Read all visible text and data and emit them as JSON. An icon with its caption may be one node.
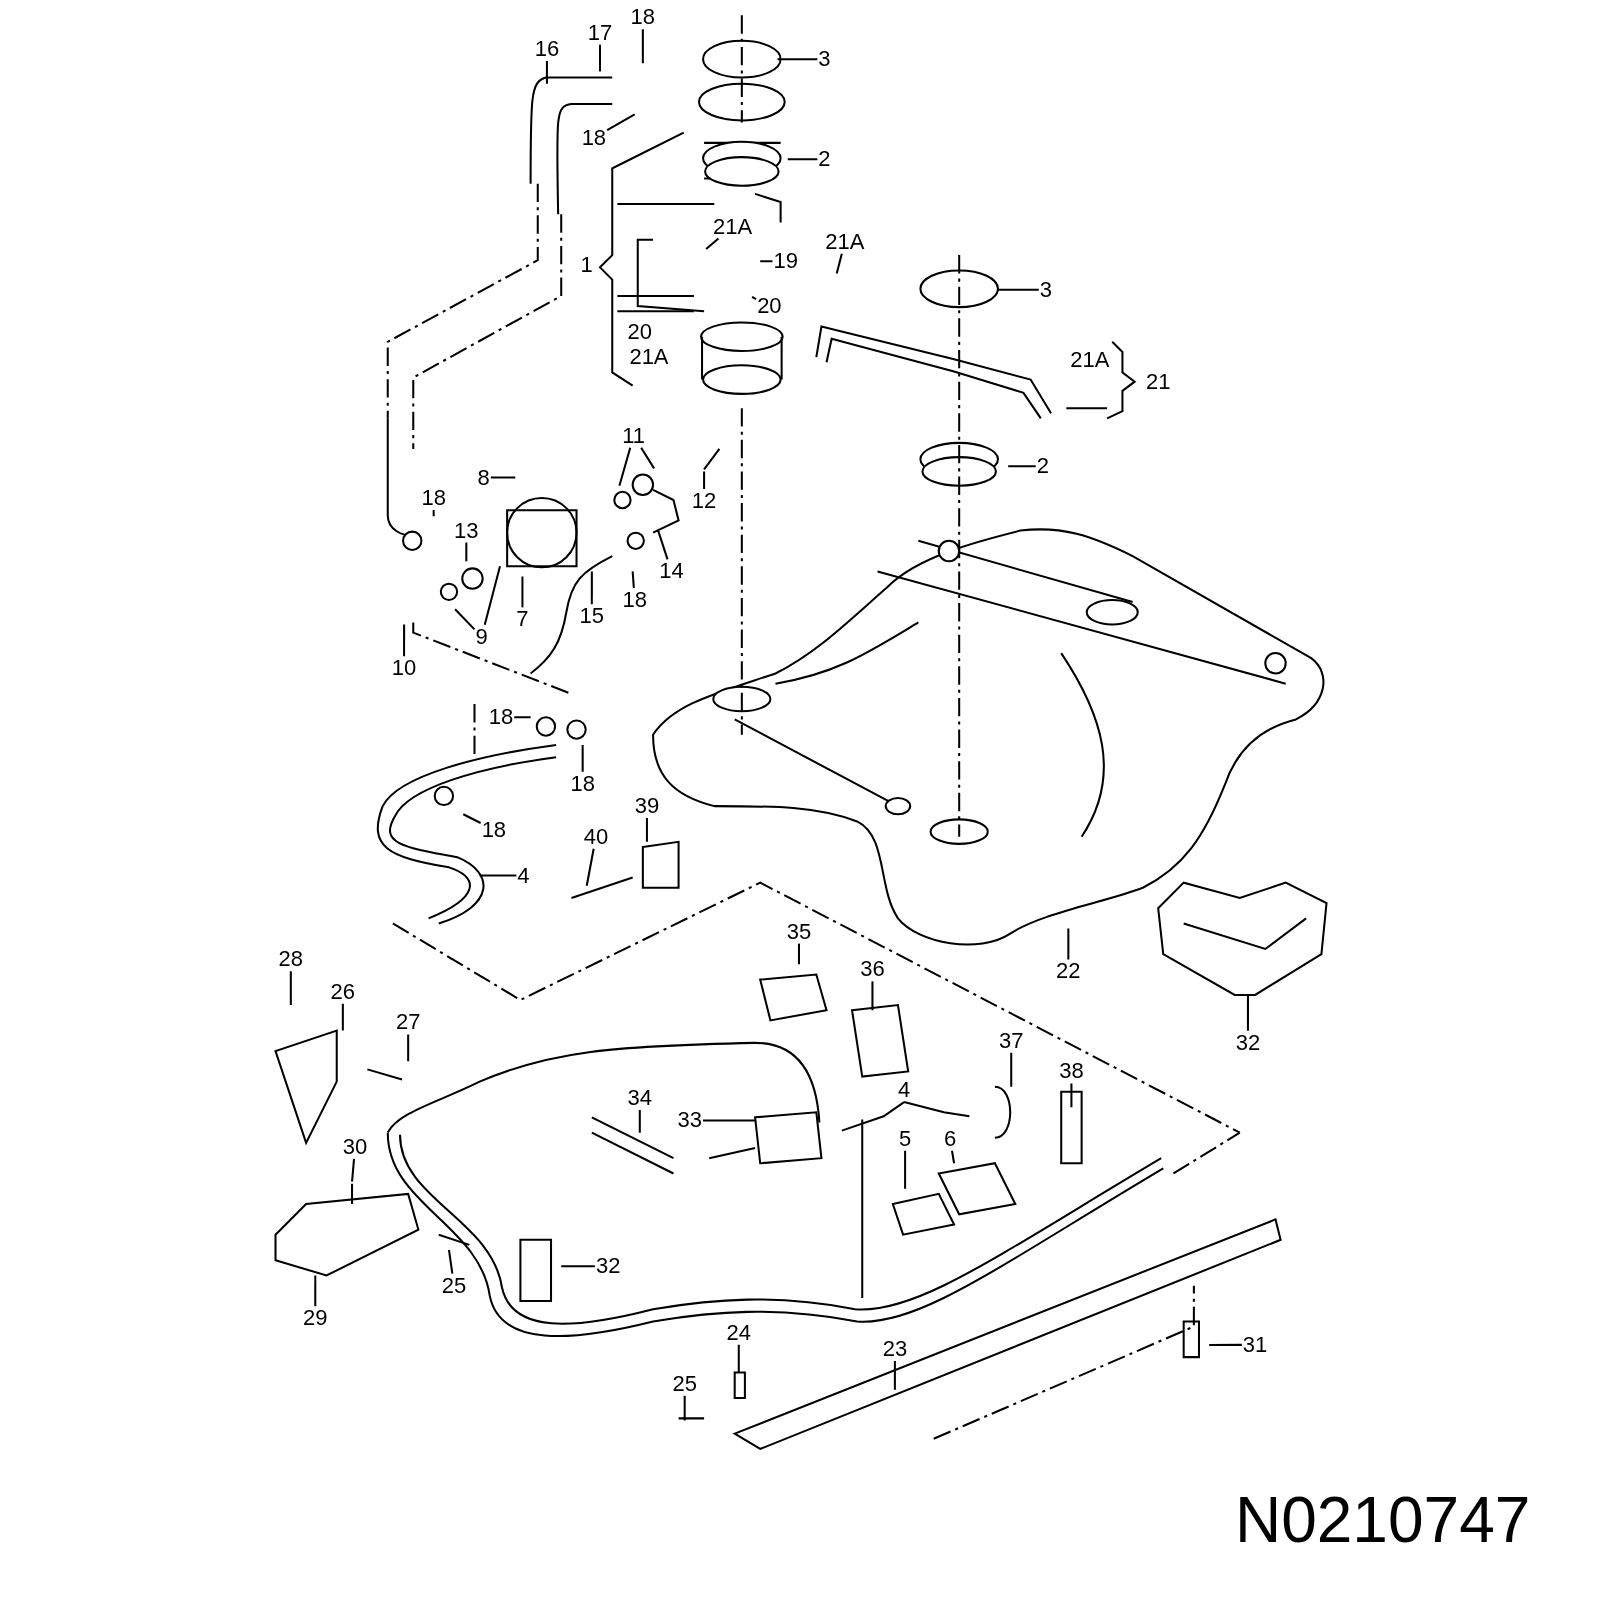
{
  "diagram": {
    "nodes": [
      {
        "text": [
          "16"
        ]
      },
      {
        "text": [
          "17"
        ]
      },
      {
        "text": [
          "18"
        ]
      },
      {
        "text": [
          "3"
        ]
      },
      {
        "text": [
          "18"
        ]
      },
      {
        "text": [
          "2"
        ]
      },
      {
        "text": [
          "21A"
        ]
      },
      {
        "text": [
          "21A"
        ]
      },
      {
        "text": [
          "19"
        ]
      },
      {
        "text": [
          "20"
        ]
      },
      {
        "text": [
          "3"
        ]
      },
      {
        "text": [
          "2"
        ]
      },
      {
        "text": [
          "11"
        ]
      },
      {
        "text": [
          "8"
        ]
      },
      {
        "text": [
          "12"
        ]
      },
      {
        "text": [
          "18"
        ]
      },
      {
        "text": [
          "13"
        ]
      },
      {
        "text": [
          "14"
        ]
      },
      {
        "text": [
          "18"
        ]
      },
      {
        "text": [
          "15"
        ]
      },
      {
        "text": [
          "7"
        ]
      },
      {
        "text": [
          "9"
        ]
      },
      {
        "text": [
          "10"
        ]
      },
      {
        "text": [
          "18"
        ]
      },
      {
        "text": [
          "18"
        ]
      },
      {
        "text": [
          "18"
        ]
      },
      {
        "text": [
          "4"
        ]
      },
      {
        "text": [
          "40"
        ]
      },
      {
        "text": [
          "39"
        ]
      },
      {
        "text": [
          "22"
        ]
      },
      {
        "text": [
          "35"
        ]
      },
      {
        "text": [
          "36"
        ]
      },
      {
        "text": [
          "28"
        ]
      },
      {
        "text": [
          "26"
        ]
      },
      {
        "text": [
          "27"
        ]
      },
      {
        "text": [
          "32"
        ]
      },
      {
        "text": [
          "37"
        ]
      },
      {
        "text": [
          "38"
        ]
      },
      {
        "text": [
          "34"
        ]
      },
      {
        "text": [
          "33"
        ]
      },
      {
        "text": [
          "5"
        ]
      },
      {
        "text": [
          "6"
        ]
      },
      {
        "text": [
          "30"
        ]
      },
      {
        "text": [
          "32"
        ]
      },
      {
        "text": [
          "25"
        ]
      },
      {
        "text": [
          "29"
        ]
      },
      {
        "text": [
          "24"
        ]
      },
      {
        "text": [
          "23"
        ]
      },
      {
        "text": [
          "31"
        ]
      },
      {
        "text": [
          "25"
        ]
      }
    ],
    "edges": [
      {
        "from": 0,
        "to": null,
        "arrow": "none"
      },
      {
        "from": 1,
        "to": null,
        "arrow": "none"
      },
      {
        "from": 2,
        "to": null,
        "arrow": "none"
      },
      {
        "from": 3,
        "to": null,
        "arrow": "none"
      },
      {
        "from": 4,
        "to": null,
        "arrow": "none"
      },
      {
        "from": 5,
        "to": null,
        "arrow": "none"
      },
      {
        "from": 6,
        "to": null,
        "arrow": "none"
      },
      {
        "from": 7,
        "to": null,
        "arrow": "none"
      },
      {
        "from": 8,
        "to": null,
        "arrow": "none"
      },
      {
        "from": 9,
        "to": null,
        "arrow": "none"
      },
      {
        "from": 10,
        "to": null,
        "arrow": "none"
      },
      {
        "from": 11,
        "to": null,
        "arrow": "none"
      },
      {
        "from": 12,
        "to": null,
        "arrow": "none"
      },
      {
        "from": 12,
        "to": null,
        "arrow": "none"
      },
      {
        "from": 13,
        "to": null,
        "arrow": "none"
      },
      {
        "from": 14,
        "to": null,
        "arrow": "none"
      },
      {
        "from": 15,
        "to": null,
        "arrow": "none"
      },
      {
        "from": 16,
        "to": null,
        "arrow": "none"
      },
      {
        "from": 17,
        "to": null,
        "arrow": "none"
      },
      {
        "from": 18,
        "to": null,
        "arrow": "none"
      },
      {
        "from": 19,
        "to": null,
        "arrow": "none"
      },
      {
        "from": 20,
        "to": null,
        "arrow": "none"
      },
      {
        "from": 21,
        "to": null,
        "arrow": "none"
      },
      {
        "from": 21,
        "to": null,
        "arrow": "none"
      },
      {
        "from": 22,
        "to": null,
        "arrow": "none"
      },
      {
        "from": 23,
        "to": null,
        "arrow": "none"
      },
      {
        "from": 24,
        "to": null,
        "arrow": "none"
      },
      {
        "from": 25,
        "to": null,
        "arrow": "none"
      },
      {
        "from": 26,
        "to": null,
        "arrow": "none"
      },
      {
        "from": 27,
        "to": null,
        "arrow": "none"
      },
      {
        "from": 28,
        "to": null,
        "arrow": "none"
      },
      {
        "from": 29,
        "to": null,
        "arrow": "none"
      },
      {
        "from": 30,
        "to": null,
        "arrow": "none"
      },
      {
        "from": 31,
        "to": null,
        "arrow": "none"
      },
      {
        "from": 32,
        "to": null,
        "arrow": "none"
      },
      {
        "from": 33,
        "to": null,
        "arrow": "none"
      },
      {
        "from": 34,
        "to": null,
        "arrow": "none"
      },
      {
        "from": 35,
        "to": null,
        "arrow": "none"
      },
      {
        "from": 36,
        "to": null,
        "arrow": "none"
      },
      {
        "from": 37,
        "to": null,
        "arrow": "none"
      },
      {
        "from": 38,
        "to": null,
        "arrow": "none"
      },
      {
        "from": 39,
        "to": null,
        "arrow": "none"
      },
      {
        "from": 40,
        "to": null,
        "arrow": "none"
      },
      {
        "from": 41,
        "to": null,
        "arrow": "none"
      },
      {
        "from": 42,
        "to": null,
        "arrow": "none"
      },
      {
        "from": 43,
        "to": null,
        "arrow": "none"
      },
      {
        "from": 44,
        "to": null,
        "arrow": "none"
      },
      {
        "from": 45,
        "to": null,
        "arrow": "none"
      },
      {
        "from": 46,
        "to": null,
        "arrow": "none"
      },
      {
        "from": 47,
        "to": null,
        "arrow": "none"
      },
      {
        "from": 48,
        "to": null,
        "arrow": "none"
      },
      {
        "from": 49,
        "to": null,
        "arrow": "none"
      }
    ],
    "labels": [
      "1",
      "20",
      "21A",
      "21A",
      "21",
      "4",
      "N0210747"
    ]
  }
}
